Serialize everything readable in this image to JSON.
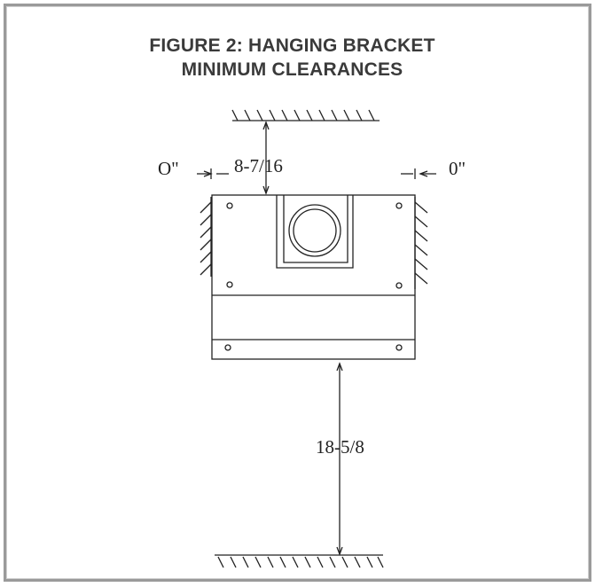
{
  "figure": {
    "title_line1": "FIGURE 2: HANGING BRACKET",
    "title_line2": "MINIMUM CLEARANCES"
  },
  "dimensions": {
    "left_side": "O\"",
    "top": "8-7/16",
    "right_side": "0\"",
    "bottom": "18-5/8"
  },
  "colors": {
    "frame": "#9a9a9a",
    "line": "#222222",
    "title": "#3a3a3a"
  }
}
